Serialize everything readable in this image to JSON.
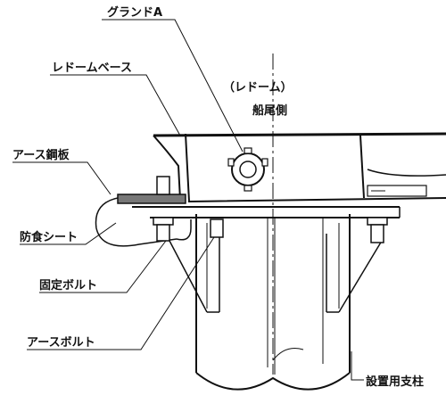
{
  "labels": {
    "gland_a": "グランドA",
    "radome_base": "レドームベース",
    "radome": "（レドーム）",
    "stern_side": "船尾側",
    "earth_plate": "アース鋼板",
    "anticorrosion_sheet": "防食シート",
    "fixing_bolt": "固定ボルト",
    "earth_bolt": "アースボルト",
    "mounting_post": "設置用支柱"
  }
}
